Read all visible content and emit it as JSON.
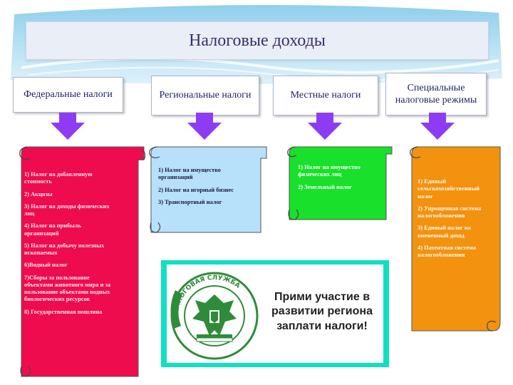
{
  "title": "Налоговые доходы",
  "columns": [
    {
      "heading": "Федеральные налоги",
      "scroll_color": "#ee0c4f",
      "items": [
        "1) Налог на добавленную стоимость",
        "2) Акцизы",
        "3) Налог на доходы физических лиц",
        " 4) Налог на прибыль организаций",
        "5) Налог на добычу полезных ископаемых",
        "6)Водный налог",
        "7)Сборы за пользование объектами животного мира и за пользование объектами водных биологических ресурсов",
        "8) Государственная пошлина"
      ]
    },
    {
      "heading": "Региональные налоги",
      "scroll_color": "#b7e0fb",
      "items": [
        "1) Налог на имущество организаций",
        "2) Налог на игорный бизнес",
        "3) Транспортный налог"
      ]
    },
    {
      "heading": "Местные налоги",
      "scroll_color": "#19e02a",
      "items": [
        "1) Налог на имущество физических лиц",
        "2) Земельный налог"
      ]
    },
    {
      "heading": "Специальные налоговые режимы",
      "scroll_color": "#f2920f",
      "items": [
        "1) Единый сельскохозяйственный налог",
        "2) Упрощенная система налогообложения",
        "3) Единый налог на вмененный доход",
        "4) Патентная система налогообложения"
      ]
    }
  ],
  "banner": {
    "logo_text": "ФЕДЕРАЛЬНАЯ НАЛОГОВАЯ СЛУЖБА",
    "slogan": "Прими участие в развитии региона заплати налоги!"
  },
  "colors": {
    "arrow": "#8e3cf4",
    "title_text": "#3b2d6b",
    "heading_text": "#1f1f66",
    "banner_frame": "#0fe0c4",
    "logo_green": "#2e8b3a"
  }
}
